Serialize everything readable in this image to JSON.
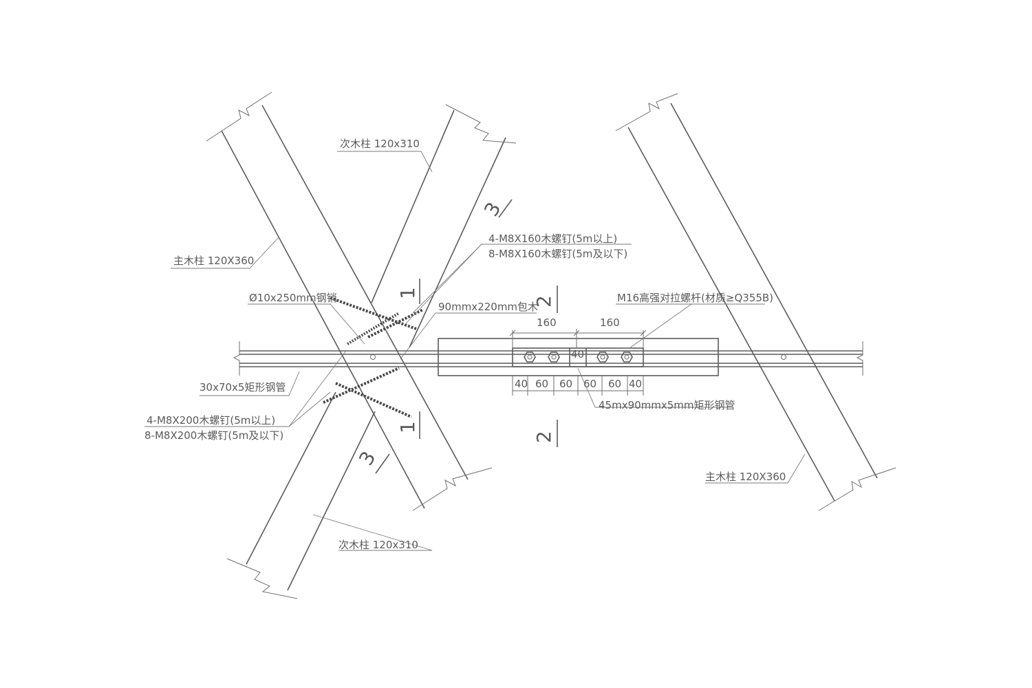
{
  "labels": {
    "secondary_column_top": "次木柱 120x310",
    "secondary_column_bottom": "次木柱 120x310",
    "main_column_left": "主木柱 120X360",
    "main_column_right": "主木柱 120X360",
    "screws_160_a": "4-M8X160木螺钉(5m以上)",
    "screws_160_b": "8-M8X160木螺钉(5m及以下)",
    "steel_pin": "Ø10x250mm钢销",
    "wrap_wood": "90mmx220mm包木",
    "bolt": "M16高强对拉螺杆(材质≥Q355B)",
    "steel_tube_small": "30x70x5矩形钢管",
    "screws_200_a": "4-M8X200木螺钉(5m以上)",
    "screws_200_b": "8-M8X200木螺钉(5m及以下)",
    "steel_tube_large": "45mx90mmx5mm矩形钢管"
  },
  "dimensions": {
    "top_left": "160",
    "top_right": "160",
    "gap": "40",
    "bottom": [
      "40",
      "60",
      "60",
      "60",
      "60",
      "40"
    ]
  },
  "section_marks": {
    "mark_1": "1",
    "mark_2": "2",
    "mark_3": "3"
  },
  "colors": {
    "line": "#5a5a5a",
    "background": "#ffffff"
  }
}
